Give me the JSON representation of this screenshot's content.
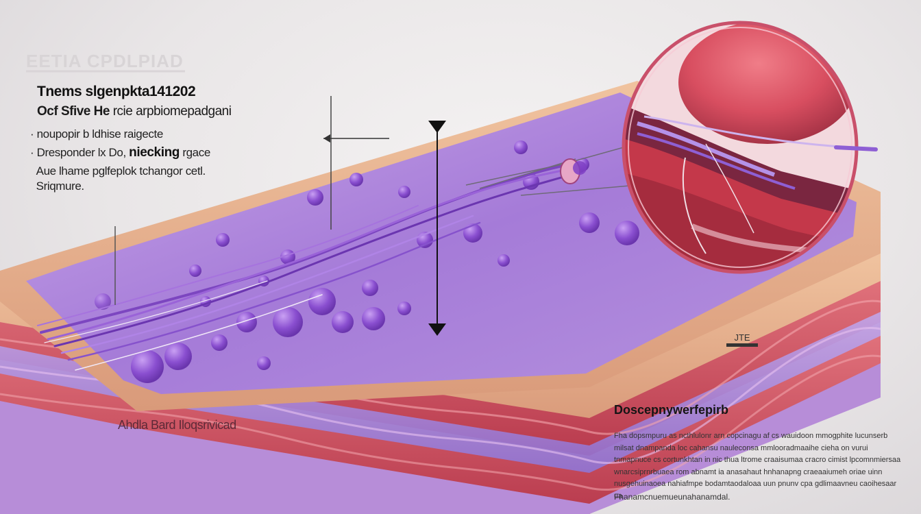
{
  "header": {
    "faded_title": "EETIA CPDLPIAD",
    "title": "Tnems slgenpkta141202",
    "subtitle_bold": "Ocf Sfive He",
    "subtitle_rest": "rcie arpbiomepadgani"
  },
  "callouts": {
    "line1": "noupopir b ldhise raigecte",
    "line2_prefix": "Dresponder lx Do,",
    "line2_bold": "niecking",
    "line2_suffix": "rgace",
    "line3": "Aue lhame pglfeplok tchangor cetl.",
    "line4": "Sriqmure."
  },
  "scale": {
    "label": "JTE"
  },
  "bottom_label": "Ahdla Bard Iloqsrivicad",
  "description": {
    "title": "Doscepnywerfepirb",
    "body": "Fha dopsmpuru as ncthlulonr arn copcinagu af cs wauidoon mmogphite lucunserb milsat dnampanda loc cahansu nauleconsa mmlooradmaaihe cieha on vurui tnmapnuce cs cortunkhtan in nic thua ltrome craaisumaa cracro cimist lpcomnmiersaa wnarcsiprnrbuaea rom abnamt ia anasahaut hnhanapng craeaaiumeh oriae uinn nusgehuinaoea nahiafmpe bodamtaodaloaa uun pnunv cpa gdlimaavneu caoihesaar ua",
    "footer": "Fhanamcnuemueunahanamdal."
  },
  "colors": {
    "tissue_purple": "#9b6fcf",
    "vessel_red": "#c73a4c",
    "skin_tan": "#e2ad8a",
    "pointer_black": "#111111"
  }
}
